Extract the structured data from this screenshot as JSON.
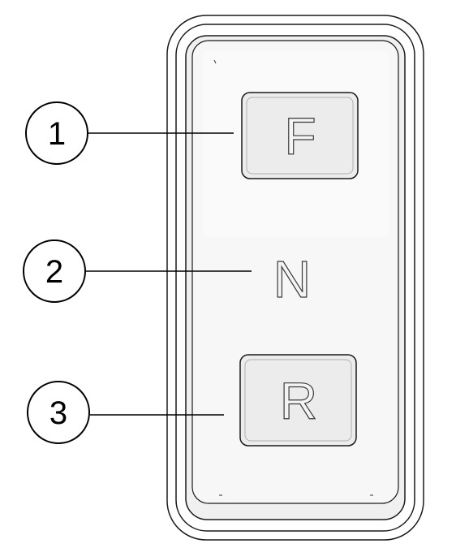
{
  "switch": {
    "positions": [
      {
        "letter": "F",
        "callout": "1"
      },
      {
        "letter": "N",
        "callout": "2"
      },
      {
        "letter": "R",
        "callout": "3"
      }
    ]
  }
}
